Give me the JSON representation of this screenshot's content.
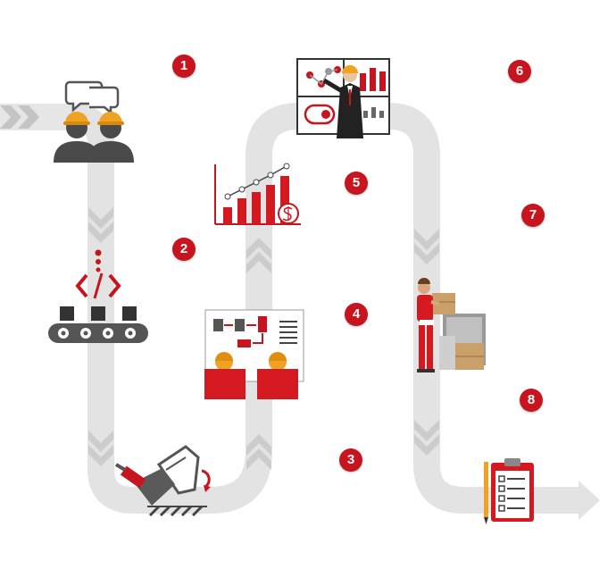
{
  "steps": [
    {
      "number": "1",
      "icon": "team-discussion-icon"
    },
    {
      "number": "2",
      "icon": "conveyor-code-icon"
    },
    {
      "number": "3",
      "icon": "robot-brush-icon"
    },
    {
      "number": "4",
      "icon": "workflow-planning-icon"
    },
    {
      "number": "5",
      "icon": "growth-chart-icon"
    },
    {
      "number": "6",
      "icon": "presentation-dashboard-icon"
    },
    {
      "number": "7",
      "icon": "warehouse-worker-icon"
    },
    {
      "number": "8",
      "icon": "checklist-clipboard-icon"
    }
  ],
  "colors": {
    "accent": "#c8141e",
    "path": "#e3e3e3",
    "chevron": "#c9c9c9",
    "icon_gray": "#4a4a4a",
    "helmet": "#f0a223"
  }
}
